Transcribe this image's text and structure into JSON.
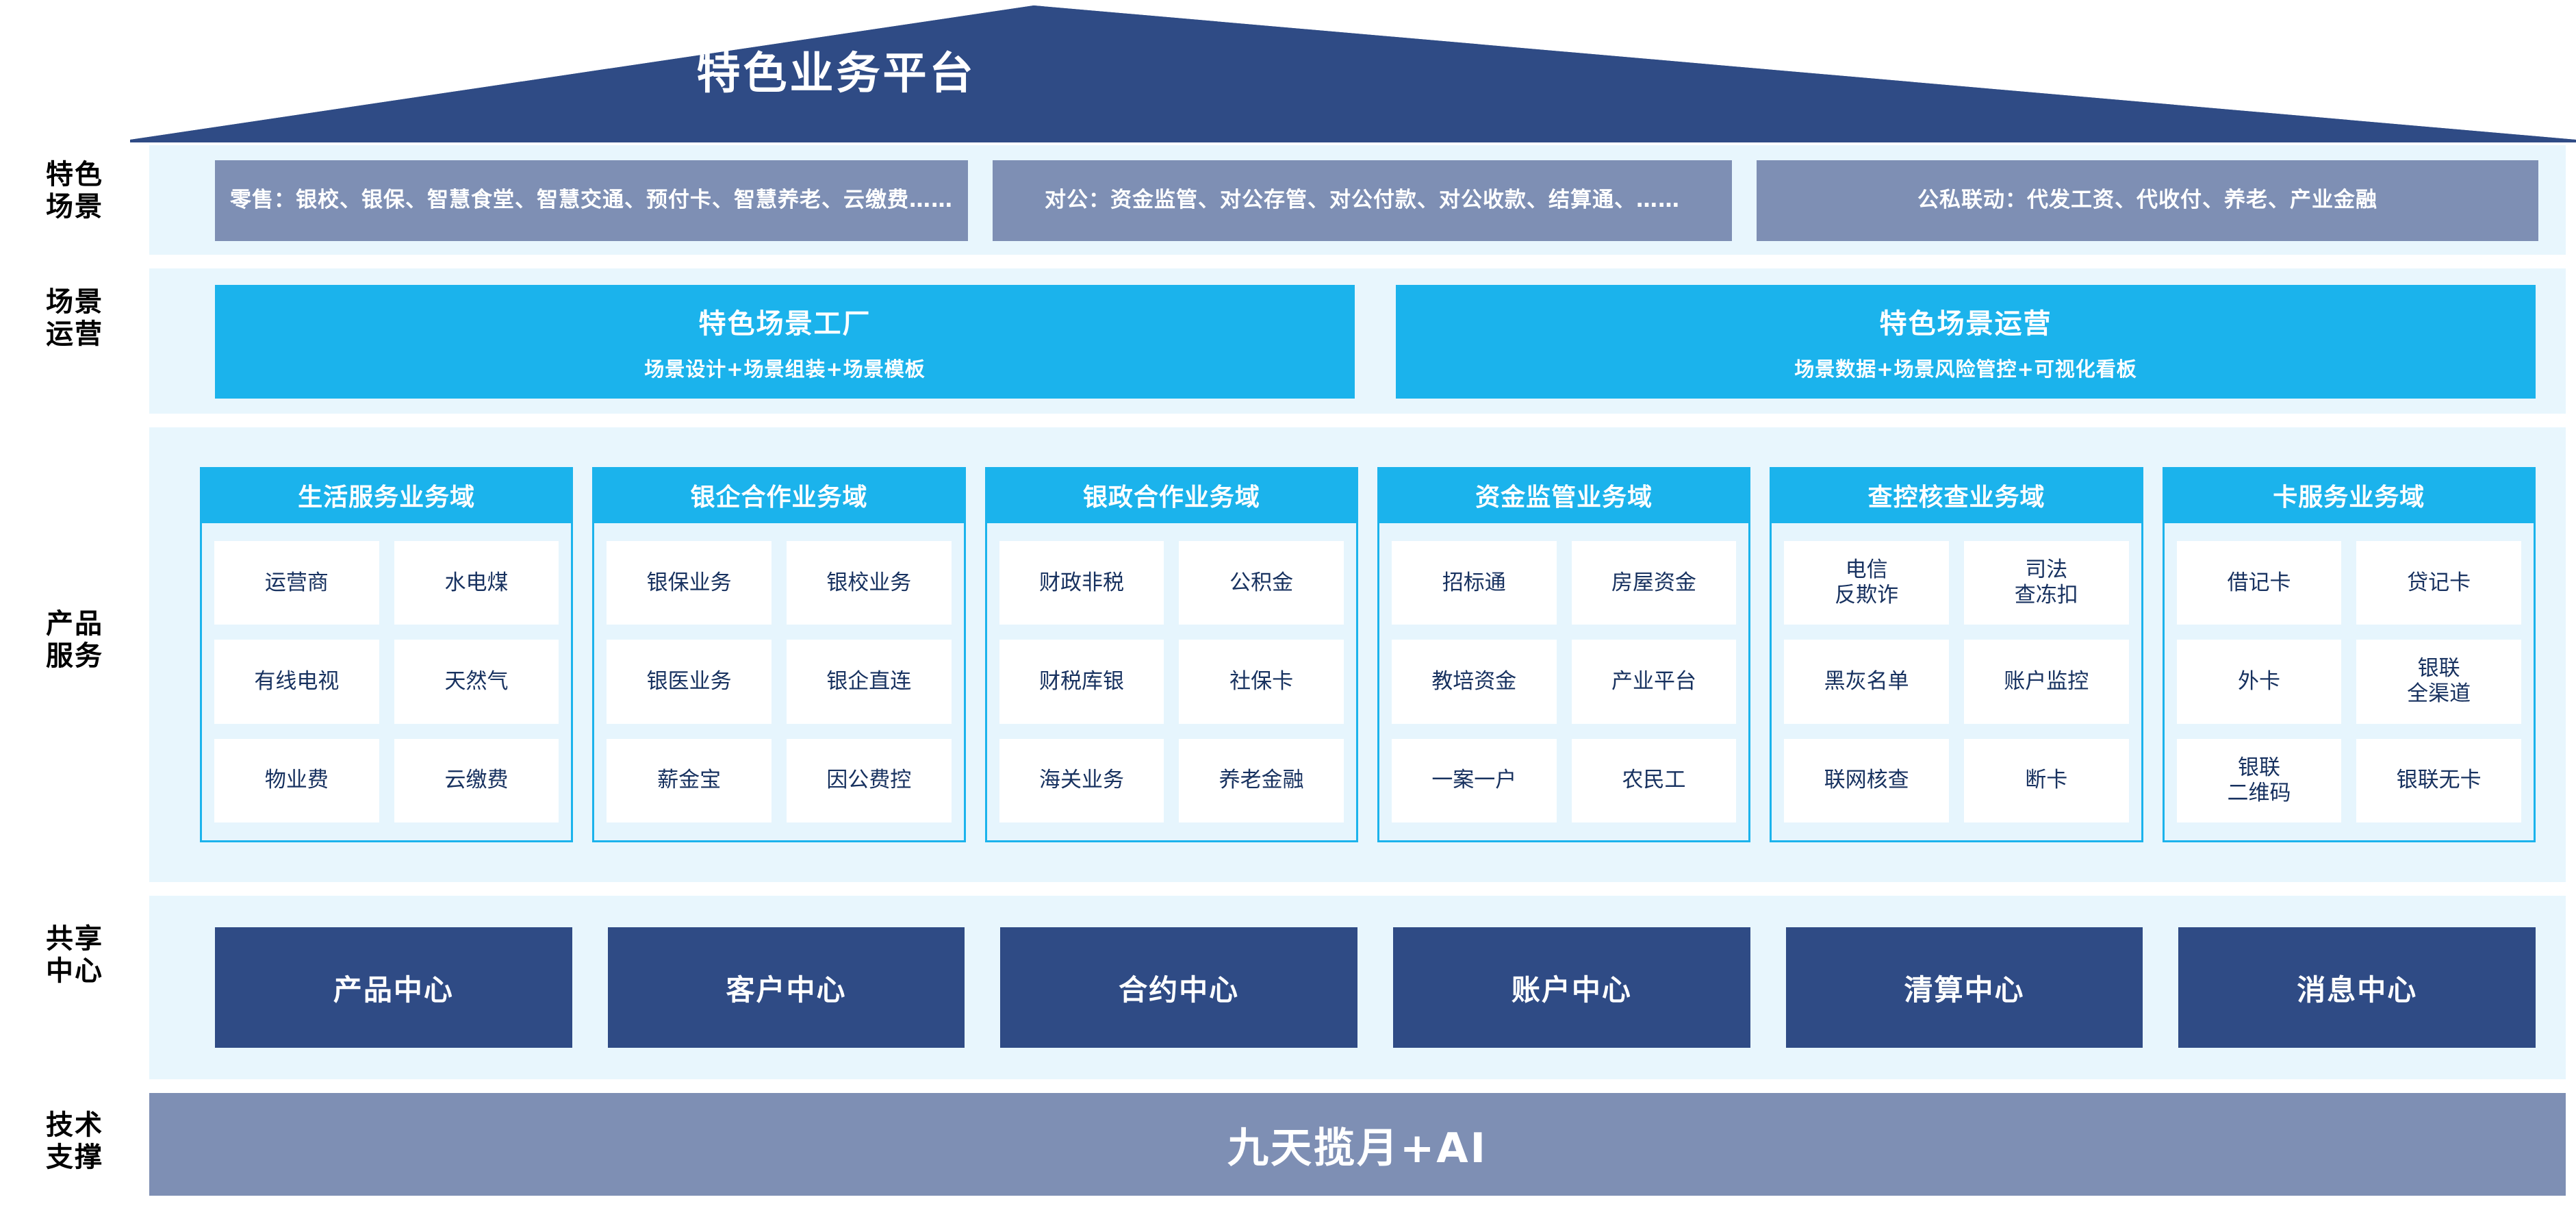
{
  "header": {
    "title": "特色业务平台",
    "roof_color": "#2f4b85"
  },
  "row_labels": {
    "scenario": "特色\n场景",
    "operation": "场景\n运营",
    "product": "产品\n服务",
    "center": "共享\n中心",
    "tech": "技术\n支撑"
  },
  "colors": {
    "band_bg": "#e8f6fd",
    "slate": "#7e8fb4",
    "cyan": "#1bb3ec",
    "navy": "#2f4b85",
    "card_text": "#17315f"
  },
  "scenarios": [
    {
      "label": "零售：银校、银保、智慧食堂、智慧交通、预付卡、智慧养老、云缴费……"
    },
    {
      "label": "对公：资金监管、对公存管、对公付款、对公收款、结算通、……"
    },
    {
      "label": "公私联动：代发工资、代收付、养老、产业金融"
    }
  ],
  "operations": [
    {
      "title": "特色场景工厂",
      "subtitle": "场景设计+场景组装+场景模板"
    },
    {
      "title": "特色场景运营",
      "subtitle": "场景数据+场景风险管控+可视化看板"
    }
  ],
  "product_domains": [
    {
      "title": "生活服务业务域",
      "items": [
        "运营商",
        "水电煤",
        "有线电视",
        "天然气",
        "物业费",
        "云缴费"
      ]
    },
    {
      "title": "银企合作业务域",
      "items": [
        "银保业务",
        "银校业务",
        "银医业务",
        "银企直连",
        "薪金宝",
        "因公费控"
      ]
    },
    {
      "title": "银政合作业务域",
      "items": [
        "财政非税",
        "公积金",
        "财税库银",
        "社保卡",
        "海关业务",
        "养老金融"
      ]
    },
    {
      "title": "资金监管业务域",
      "items": [
        "招标通",
        "房屋资金",
        "教培资金",
        "产业平台",
        "一案一户",
        "农民工"
      ]
    },
    {
      "title": "查控核查业务域",
      "items": [
        "电信\n反欺诈",
        "司法\n查冻扣",
        "黑灰名单",
        "账户监控",
        "联网核查",
        "断卡"
      ]
    },
    {
      "title": "卡服务业务域",
      "items": [
        "借记卡",
        "贷记卡",
        "外卡",
        "银联\n全渠道",
        "银联\n二维码",
        "银联无卡"
      ]
    }
  ],
  "shared_centers": [
    {
      "label": "产品中心"
    },
    {
      "label": "客户中心"
    },
    {
      "label": "合约中心"
    },
    {
      "label": "账户中心"
    },
    {
      "label": "清算中心"
    },
    {
      "label": "消息中心"
    }
  ],
  "tech_support": {
    "label": "九天揽月+AI"
  }
}
